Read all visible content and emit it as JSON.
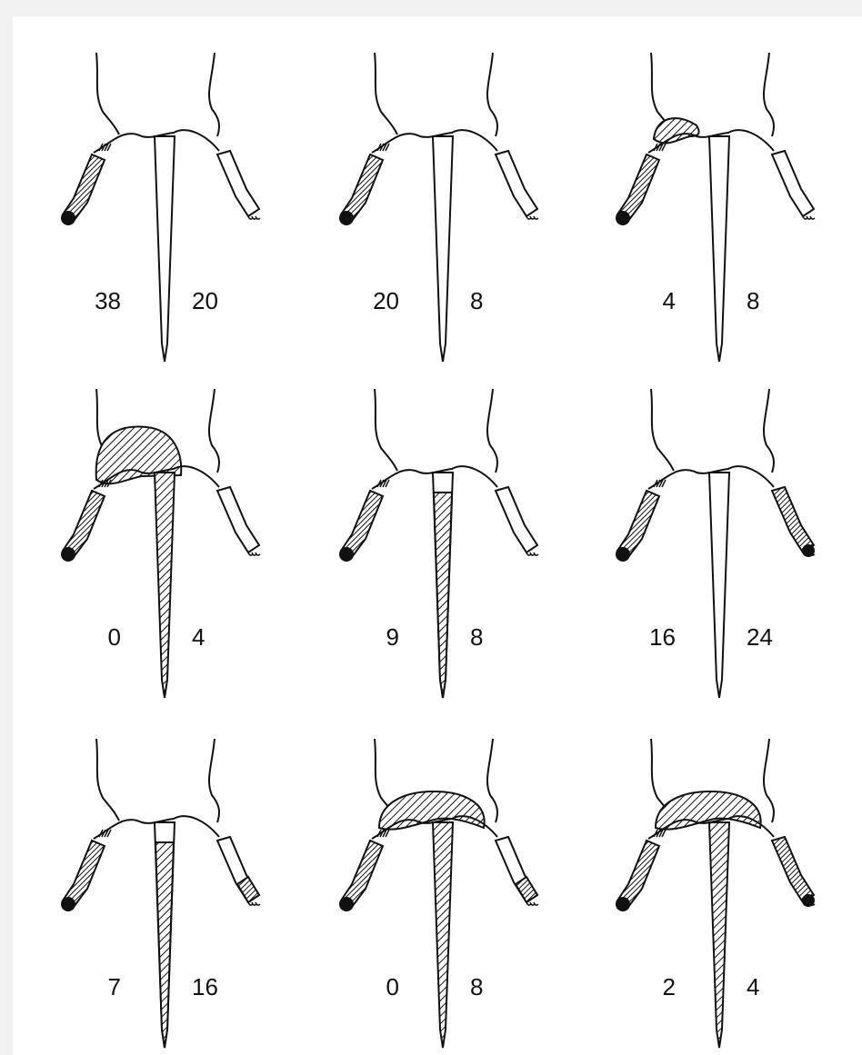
{
  "panels": [
    {
      "left": "38",
      "right": "20",
      "pelvis": "none",
      "tail": "white",
      "left_foot": "hatched",
      "right_foot": "white"
    },
    {
      "left": "20",
      "right": "8",
      "pelvis": "none",
      "tail": "white",
      "left_foot": "hatched",
      "right_foot": "white"
    },
    {
      "left": "4",
      "right": "8",
      "pelvis": "left",
      "tail": "white",
      "left_foot": "hatched",
      "right_foot": "white"
    },
    {
      "left": "0",
      "right": "4",
      "pelvis": "left-large",
      "tail": "hatched-full",
      "left_foot": "hatched",
      "right_foot": "white"
    },
    {
      "left": "9",
      "right": "8",
      "pelvis": "none",
      "tail": "hatched-below-base",
      "left_foot": "hatched",
      "right_foot": "white"
    },
    {
      "left": "16",
      "right": "24",
      "pelvis": "none",
      "tail": "white",
      "left_foot": "hatched",
      "right_foot": "hatched"
    },
    {
      "left": "7",
      "right": "16",
      "pelvis": "none",
      "tail": "hatched-below-base",
      "left_foot": "hatched",
      "right_foot": "hatched-tip"
    },
    {
      "left": "0",
      "right": "8",
      "pelvis": "full",
      "tail": "hatched-full",
      "left_foot": "hatched",
      "right_foot": "hatched-tip"
    },
    {
      "left": "2",
      "right": "4",
      "pelvis": "full",
      "tail": "hatched-full",
      "left_foot": "hatched",
      "right_foot": "hatched"
    }
  ],
  "colors": {
    "ink": "#111111",
    "paper": "#ffffff",
    "background": "#f2f2f2"
  }
}
